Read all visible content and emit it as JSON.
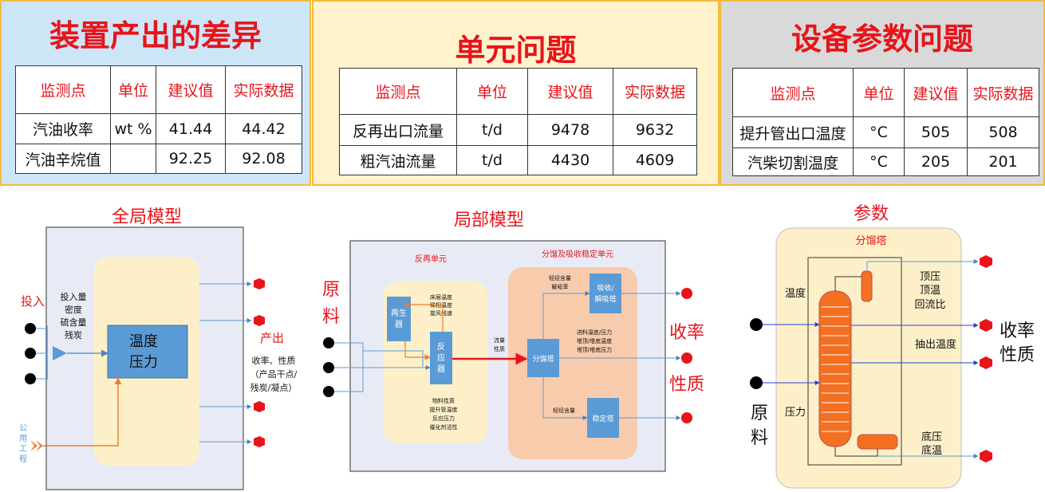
{
  "panels": [
    {
      "title": "装置产出的差异",
      "headers": [
        "监测点",
        "单位",
        "建议值",
        "实际数据"
      ],
      "rows": [
        [
          "汽油收率",
          "wt %",
          "41.44",
          "44.42"
        ],
        [
          "汽油辛烷值",
          "",
          "92.25",
          "92.08"
        ]
      ]
    },
    {
      "title": "单元问题",
      "headers": [
        "监测点",
        "单位",
        "建议值",
        "实际数据"
      ],
      "rows": [
        [
          "反再出口流量",
          "t/d",
          "9478",
          "9632"
        ],
        [
          "粗汽油流量",
          "t/d",
          "4430",
          "4609"
        ]
      ]
    },
    {
      "title": "设备参数问题",
      "headers": [
        "监测点",
        "单位",
        "建议值",
        "实际数据"
      ],
      "rows": [
        [
          "提升管出口温度",
          "°C",
          "505",
          "508"
        ],
        [
          "汽柴切割温度",
          "°C",
          "205",
          "201"
        ]
      ]
    }
  ],
  "global_model": {
    "title": "全局模型",
    "input_label": "投入",
    "input_props": [
      "投入量",
      "密度",
      "硫含量",
      "残炭"
    ],
    "core_lines": [
      "温度",
      "压力"
    ],
    "output_label": "产出",
    "output_props": [
      "收率、性质",
      "（产品干点/",
      "残炭/凝点）"
    ],
    "utility_chars": [
      "公",
      "用",
      "工",
      "程"
    ]
  },
  "local_model": {
    "title": "局部模型",
    "feed_label": [
      "原",
      "料"
    ],
    "reactor_unit_title": "反再单元",
    "separation_unit_title": "分馏及吸收稳定单元",
    "regenerator": [
      "再生",
      "器"
    ],
    "reactor": [
      "反",
      "应",
      "器"
    ],
    "regen_props": [
      "床层温度",
      "稀相温度",
      "旋风线速"
    ],
    "reactor_props": [
      "物料性质",
      "提升管温度",
      "反应压力",
      "催化剂活性"
    ],
    "flow_props": [
      "流量",
      "性质"
    ],
    "fractionator": "分馏塔",
    "absorber": [
      "吸收/",
      "解吸塔"
    ],
    "stabilizer": "稳定塔",
    "absorber_props": [
      "轻烃含量",
      "解吸率"
    ],
    "frac_props": [
      "进料温度/压力",
      "塔顶/塔底温度",
      "塔顶/塔底压力"
    ],
    "stab_props": "轻烃含量",
    "yield_label": "收率",
    "quality_label": "性质"
  },
  "param_model": {
    "title": "参数",
    "tower_title": "分馏塔",
    "temp_label": "温度",
    "pressure_label": "压力",
    "feed_label": [
      "原",
      "料"
    ],
    "top_params": [
      "顶压",
      "顶温",
      "回流比"
    ],
    "draw_temp": "抽出温度",
    "bottom_params": [
      "底压",
      "底温"
    ],
    "out_labels": [
      "收率",
      "性质"
    ]
  }
}
